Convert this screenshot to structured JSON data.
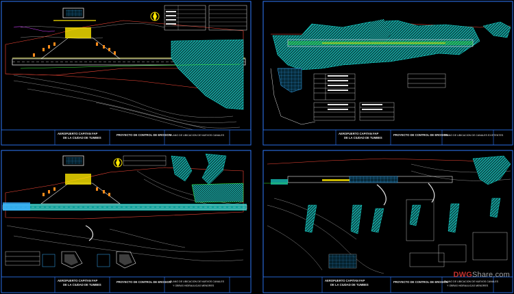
{
  "sheets": [
    {
      "id": "top-left",
      "title_block": {
        "client": "AEROPUERTO CAPITAN FAP",
        "location": "DE LA CIUDAD DE TUMBES",
        "project": "PROYECTO DE CONTROL DE EROSION",
        "drawing": "PLANO DE UBICACION DE NUEVOS CANALES"
      }
    },
    {
      "id": "top-right",
      "title_block": {
        "client": "AEROPUERTO CAPITAN FAP",
        "location": "DE LA CIUDAD DE TUMBES",
        "project": "PROYECTO DE CONTROL DE EROSION",
        "drawing": "PLANO DE UBICACION DE CANALES EXISTENTES"
      }
    },
    {
      "id": "bottom-left",
      "title_block": {
        "client": "AEROPUERTO CAPITAN FAP",
        "location": "DE LA CIUDAD DE TUMBES",
        "project": "PROYECTO DE CONTROL DE EROSION",
        "drawing": "PLANO DE UBICACION DE NUEVOS CANALES",
        "drawing_sub": "Y OBRAS HIDRAULICAS MENORES"
      }
    },
    {
      "id": "bottom-right",
      "title_block": {
        "client": "AEROPUERTO CAPITAN FAP",
        "location": "DE LA CIUDAD DE TUMBES",
        "project": "PROYECTO DE CONTROL DE EROSION",
        "drawing": "PLANO DE UBICACION DE NUEVOS CANALES",
        "drawing_sub": "Y OBRAS HIDRAULICAS MENORES"
      }
    }
  ],
  "watermark": {
    "brand_red": "DWG",
    "brand_rest": "Share.com"
  },
  "colors": {
    "background": "#000000",
    "frame": "#2f7bff",
    "hatch_cyan": "#18d8d0",
    "runway_white": "#e8e8e8",
    "contour": "#9a9a9a",
    "boundary_red": "#ff4b3a",
    "magenta": "#d040ff",
    "yellow": "#ffe800",
    "green": "#3cff3c"
  }
}
